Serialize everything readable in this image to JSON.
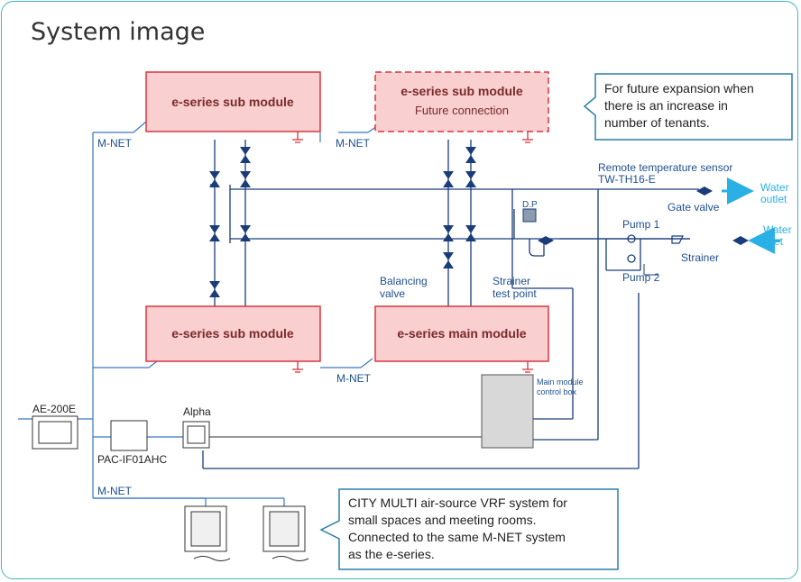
{
  "title": "System image",
  "modules": {
    "sub_top_left": "e-series sub module",
    "sub_top_right": "e-series sub module",
    "future_connection": "Future connection",
    "sub_bottom_left": "e-series sub module",
    "main_module": "e-series main module"
  },
  "callouts": {
    "expansion": [
      "For future expansion when",
      "there is an increase in",
      "number of tenants."
    ],
    "city_multi": [
      "CITY MULTI air-source VRF system for",
      "small spaces and meeting rooms.",
      "Connected to the same M-NET system",
      "as the e-series."
    ]
  },
  "labels": {
    "mnet": "M-NET",
    "remote_sensor": [
      "Remote temperature sensor",
      "TW-TH16-E"
    ],
    "gate_valve": "Gate valve",
    "water_outlet": [
      "Water",
      "outlet"
    ],
    "water_inlet": [
      "Water",
      "inlet"
    ],
    "pump1": "Pump 1",
    "pump2": "Pump 2",
    "strainer": "Strainer",
    "dp": "D.P",
    "balancing_valve": [
      "Balancing",
      "valve"
    ],
    "strainer_test_point": [
      "Strainer",
      "test point"
    ],
    "main_control_box": [
      "Main module",
      "control box"
    ],
    "ae200e": "AE-200E",
    "pac": "PAC-IF01AHC",
    "alpha": "Alpha"
  },
  "colors": {
    "module_fill": "#f9cfcf",
    "module_border": "#d9363e",
    "pipe": "#1a3d7a",
    "mnet_line": "#3a78c2",
    "water_arrow": "#2bb0e6",
    "callout_border": "#2a7fa8",
    "frame": "#41b6b8"
  }
}
